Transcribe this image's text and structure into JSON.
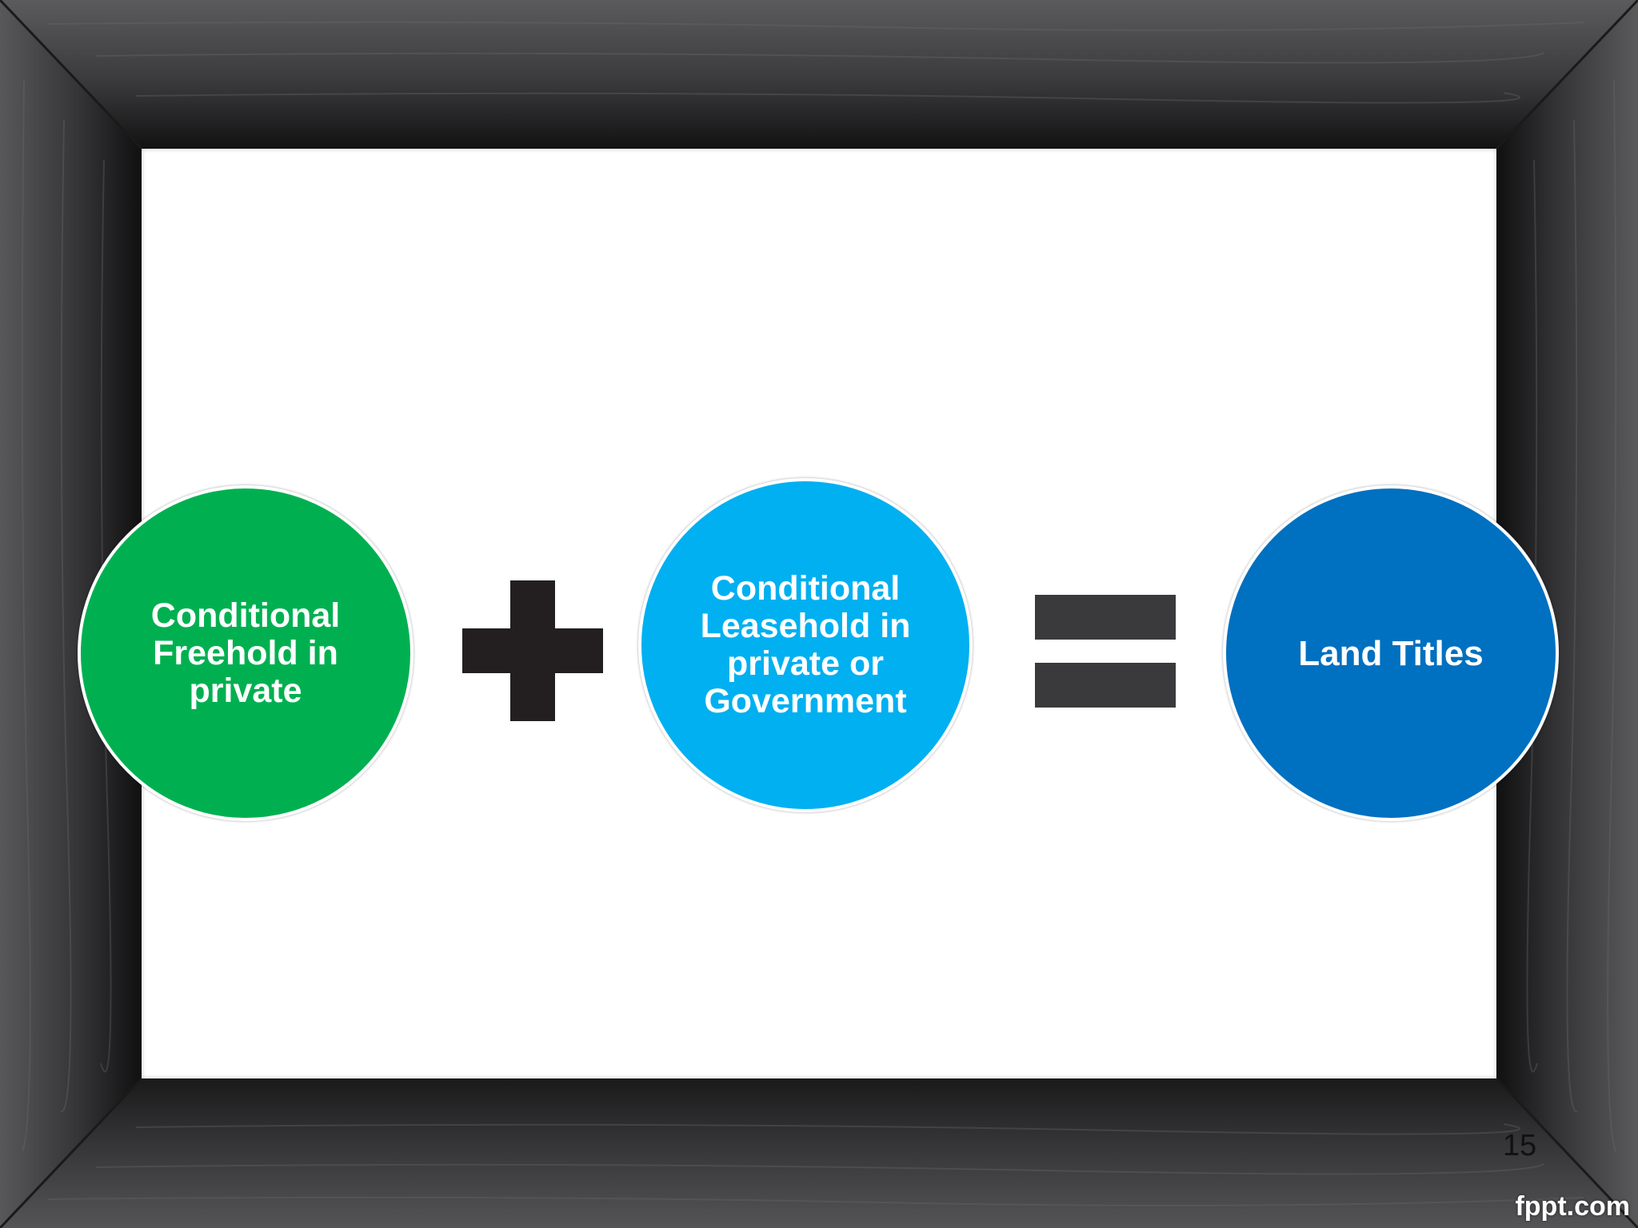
{
  "slide": {
    "circles": [
      {
        "label": "Conditional\nFreehold in\nprivate",
        "color": "#00b050"
      },
      {
        "label": "Conditional\nLeasehold in\nprivate or\nGovernment",
        "color": "#00b0f0"
      },
      {
        "label": "Land Titles",
        "color": "#0070c0"
      }
    ],
    "operators": [
      "plus-icon",
      "equals-icon"
    ],
    "page_number": "15",
    "brand": "fppt.com"
  }
}
